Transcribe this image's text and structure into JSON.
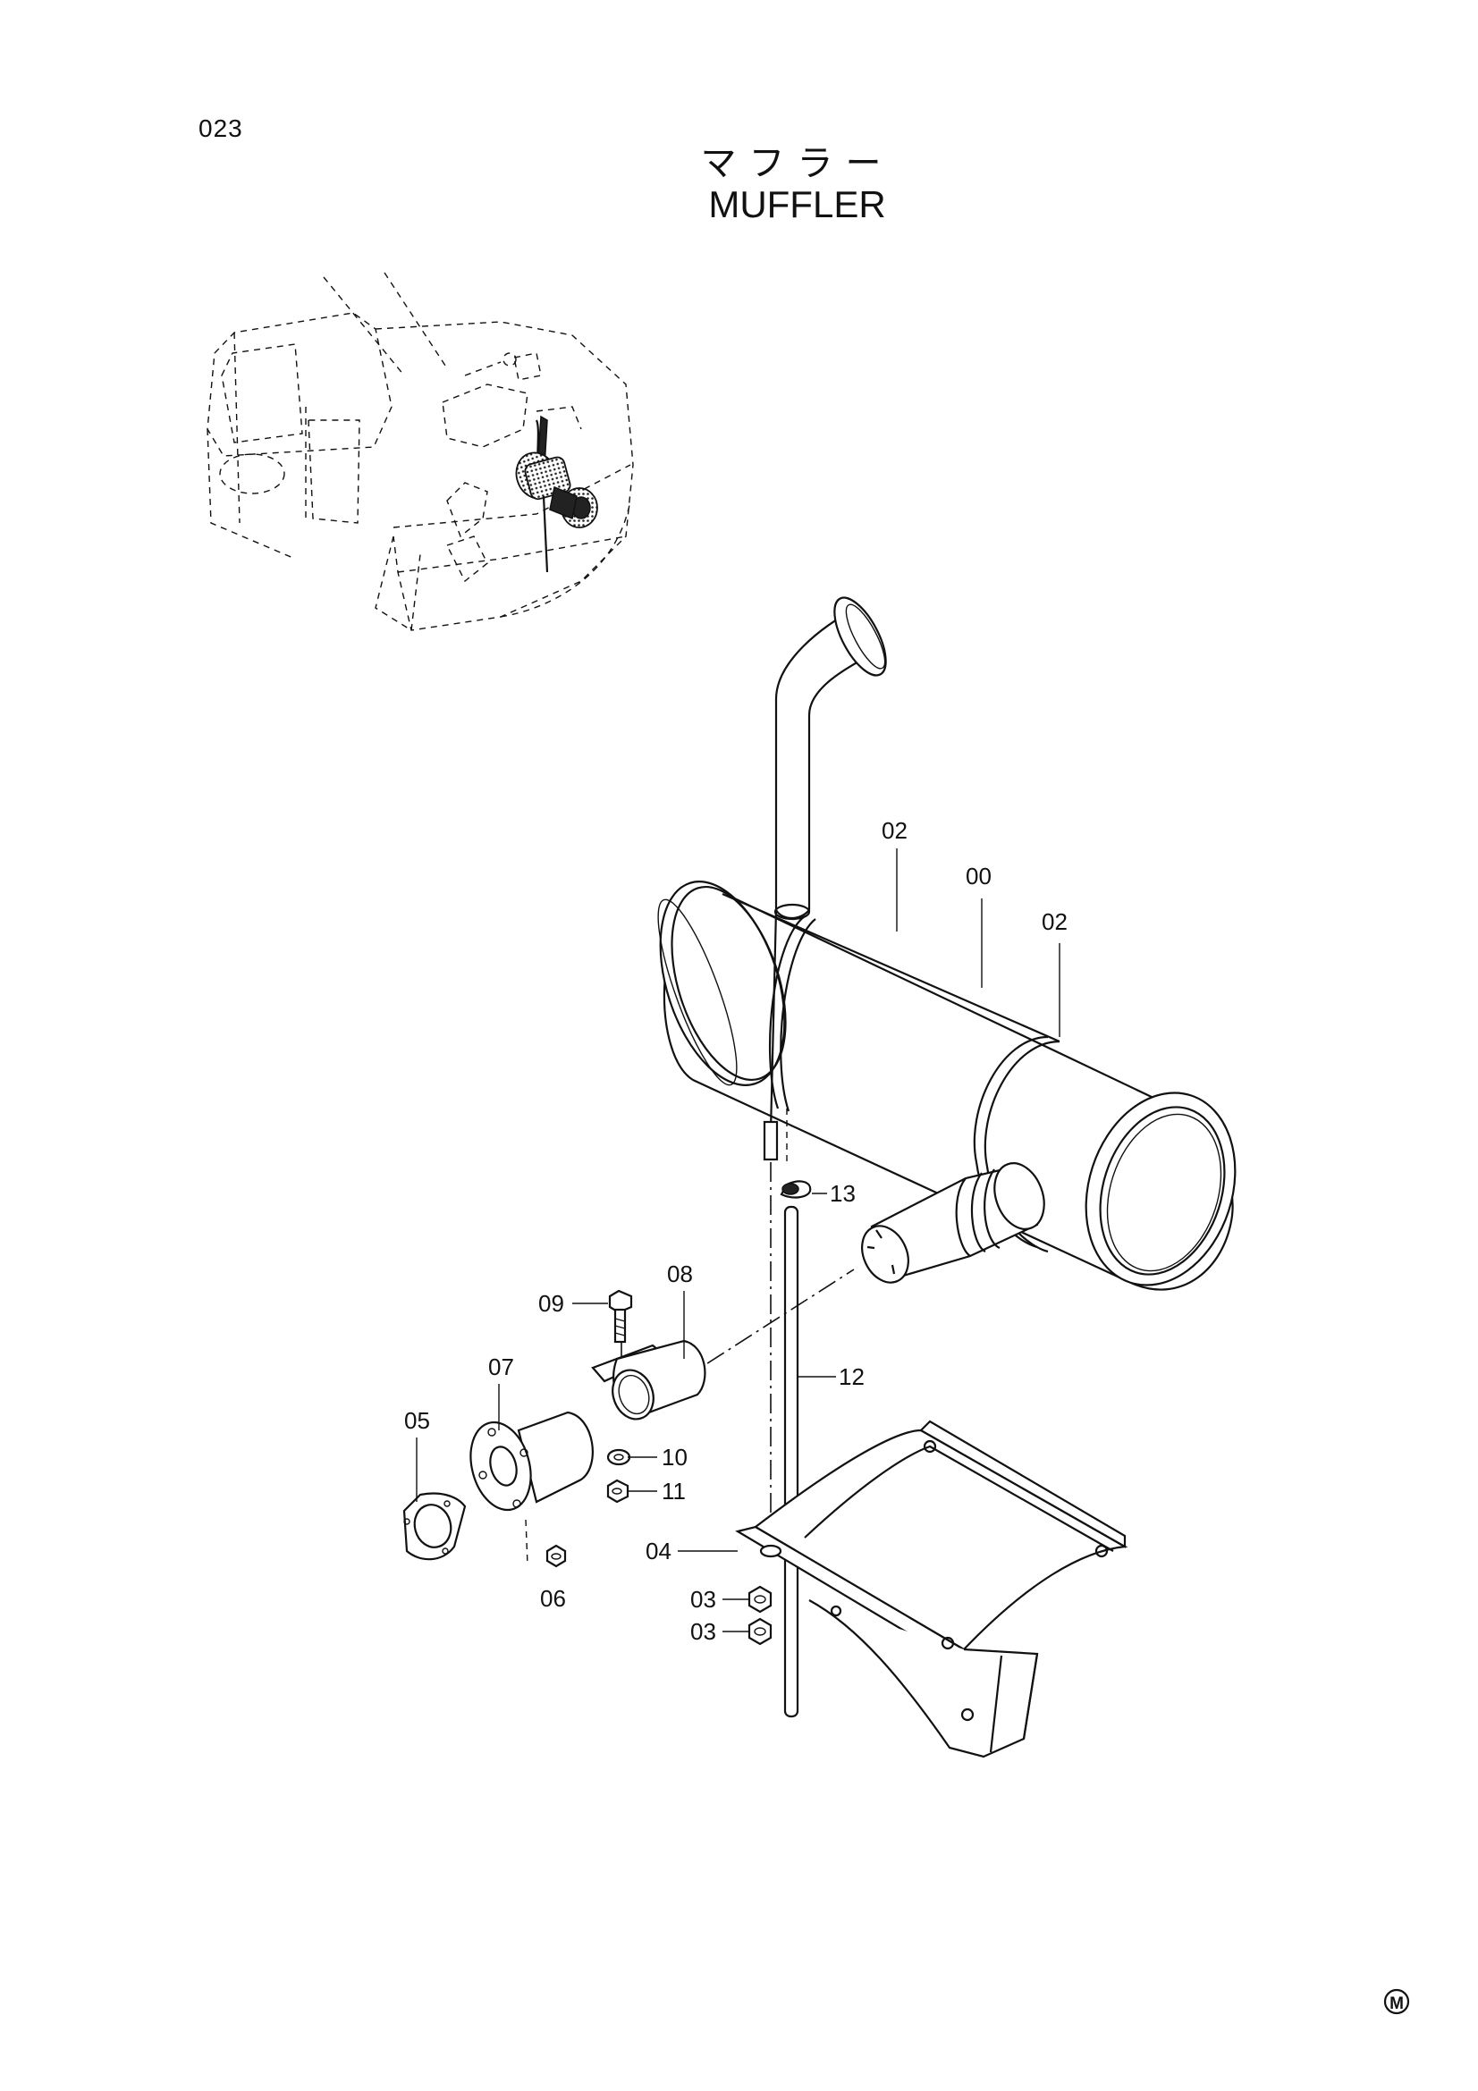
{
  "page": {
    "number": "023",
    "title_jp": "マフラー",
    "title_en": "MUFFLER",
    "mark": "M"
  },
  "callouts": {
    "c00": "00",
    "c02a": "02",
    "c02b": "02",
    "c03a": "03",
    "c03b": "03",
    "c04": "04",
    "c05": "05",
    "c06": "06",
    "c07": "07",
    "c08": "08",
    "c09": "09",
    "c10": "10",
    "c11": "11",
    "c12": "12",
    "c13": "13"
  },
  "icons": {
    "machine_view": "excavator-location-icon",
    "muffler": "muffler-icon",
    "stand": "muffler-stand-icon"
  }
}
